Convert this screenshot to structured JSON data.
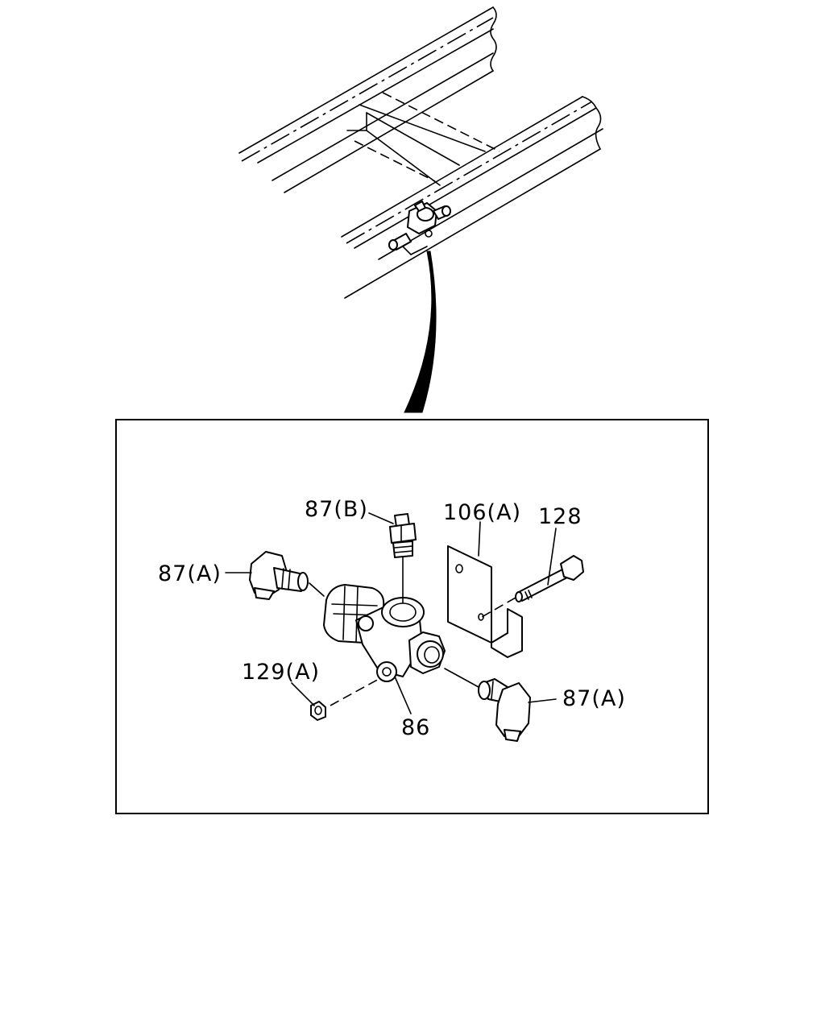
{
  "labels": {
    "tee_fitting": "86",
    "connector_b": "87(B)",
    "elbow_left": "87(A)",
    "elbow_right": "87(A)",
    "bracket": "106(A)",
    "bolt": "128",
    "nut": "129(A)"
  }
}
